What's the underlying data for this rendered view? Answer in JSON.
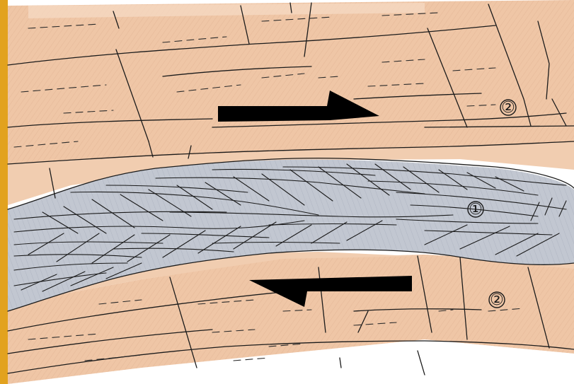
{
  "labels": {
    "fault_core": "①",
    "damage_zone_top": "②",
    "damage_zone_bottom": "②"
  },
  "colors": {
    "rock": "#efc6a6",
    "rock_light": "#f6dcc6",
    "fault_core": "#c2c7d1",
    "arrow": "#000000",
    "left_strip": "#e2a21e"
  },
  "arrows": {
    "upper_direction": "right",
    "lower_direction": "left"
  }
}
